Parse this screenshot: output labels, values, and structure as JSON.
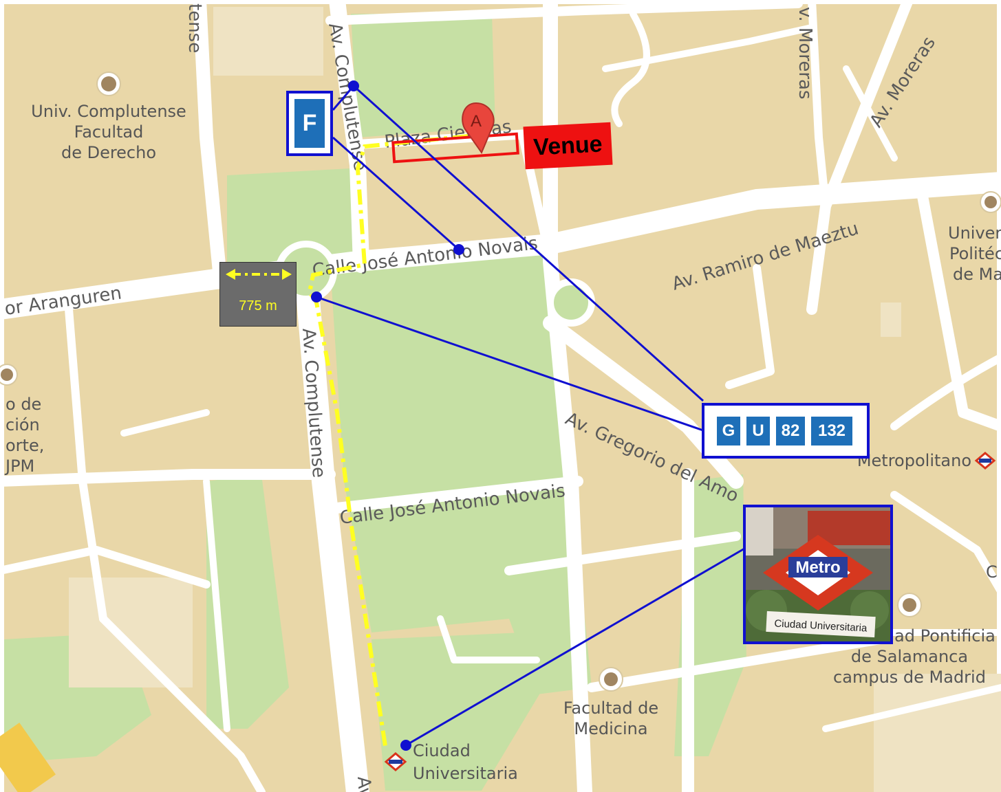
{
  "map": {
    "road_labels": {
      "av_complutense_top": "Av. Complutense",
      "av_complutense_mid": "Av. Complutense",
      "av_complutense_bottom": "Av",
      "plaza_ciencias": "Plaza Ciencias",
      "calle_jose_antonio_novais_top": "Calle José Antonio Novais",
      "calle_jose_antonio_novais_bottom": "Calle José Antonio Novais",
      "av_ramiro_de_maeztu": "Av. Ramiro de Maeztu",
      "av_gregorio_del_amo": "Av. Gregorio del Amo",
      "av_moreras_diag": "Av. Moreras",
      "av_moreras_vert": "v. Moreras",
      "aranguren": "or Aranguren",
      "complutense_top_left": "tense"
    },
    "poi_labels": {
      "facultad_derecho": [
        "Univ. Complutense",
        "Facultad",
        "de Derecho"
      ],
      "politecnica": [
        "Univer",
        "Politéc",
        "de Ma"
      ],
      "inef": [
        "o de",
        "ción",
        "orte,",
        "JPM"
      ],
      "metropolitano": "Metropolitano",
      "pontificia": [
        "ad Pontificia",
        "de Salamanca",
        "campus de Madrid"
      ],
      "medicina": [
        "Facultad de",
        "Medicina"
      ],
      "ciudad_universitaria": [
        "Ciudad",
        "Universitaria"
      ],
      "c_right": "C"
    },
    "marker_letter": "A",
    "colors": {
      "land": "#e9d7a8",
      "park": "#c6e0a4",
      "road": "#ffffff",
      "connector": "#1010d0",
      "walk_route": "#ffff22",
      "venue": "#ee1111",
      "transit_chip": "#1e6fb8"
    }
  },
  "overlays": {
    "parking_label": "F",
    "venue_label": "Venue",
    "distance": "775 m",
    "bus_lines": [
      "G",
      "U",
      "82",
      "132"
    ],
    "metro_photo": {
      "sign": "Metro",
      "station": "Ciudad Universitaria"
    }
  }
}
